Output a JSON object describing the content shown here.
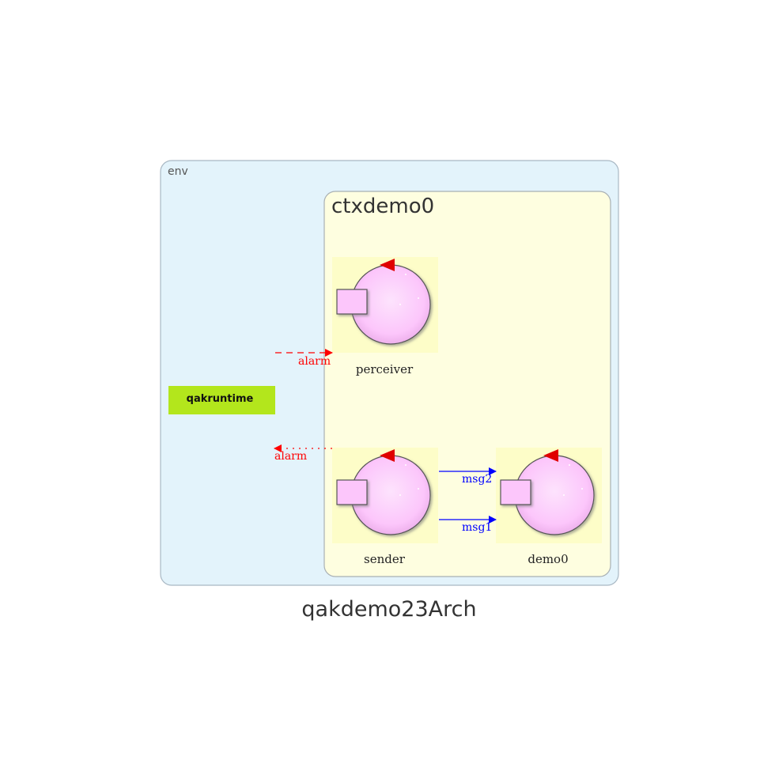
{
  "diagram": {
    "title": "qakdemo23Arch",
    "env": {
      "label": "env"
    },
    "context": {
      "label": "ctxdemo0"
    },
    "runtime": {
      "label": "qakruntime"
    },
    "actors": [
      {
        "id": "perceiver",
        "label": "perceiver"
      },
      {
        "id": "sender",
        "label": "sender"
      },
      {
        "id": "demo0",
        "label": "demo0"
      }
    ],
    "edges": [
      {
        "id": "alarm-in",
        "label": "alarm",
        "style": "dashed",
        "color": "#ff0000"
      },
      {
        "id": "alarm-out",
        "label": "alarm",
        "style": "dotted",
        "color": "#ff0000"
      },
      {
        "id": "msg2",
        "label": "msg2",
        "style": "solid",
        "color": "#0000ff"
      },
      {
        "id": "msg1",
        "label": "msg1",
        "style": "solid",
        "color": "#0000ff"
      }
    ],
    "colors": {
      "env_fill": "#e3f3fb",
      "env_stroke": "#a9b8c4",
      "context_fill": "#fefee0",
      "context_stroke": "#a9b0b4",
      "actor_bg": "#fdfdc8",
      "actor_body": "#fcc6fb",
      "runtime_fill": "#b3e61c",
      "alarm": "#ff0000",
      "message": "#0000ff"
    }
  }
}
